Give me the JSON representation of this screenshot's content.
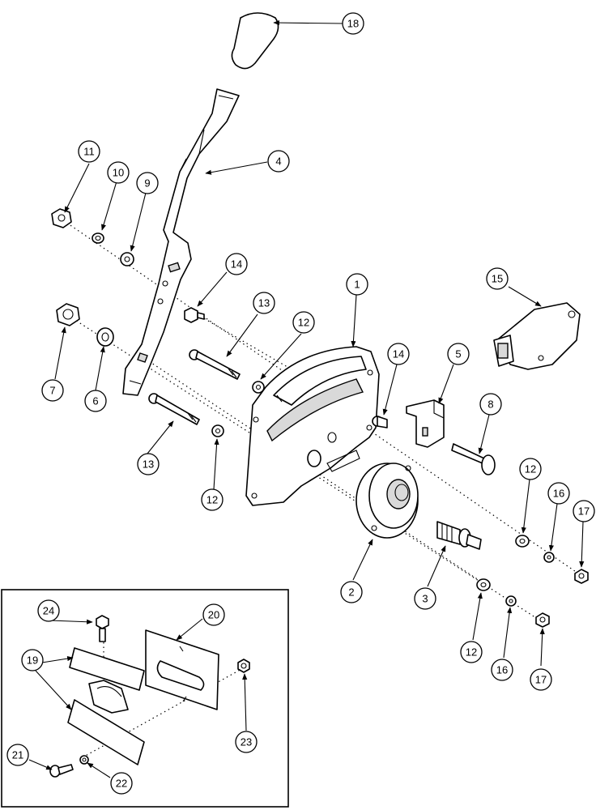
{
  "callouts": [
    {
      "id": "c1",
      "label": "1"
    },
    {
      "id": "c2",
      "label": "2"
    },
    {
      "id": "c3",
      "label": "3"
    },
    {
      "id": "c4",
      "label": "4"
    },
    {
      "id": "c5",
      "label": "5"
    },
    {
      "id": "c6",
      "label": "6"
    },
    {
      "id": "c7",
      "label": "7"
    },
    {
      "id": "c8",
      "label": "8"
    },
    {
      "id": "c9",
      "label": "9"
    },
    {
      "id": "c10",
      "label": "10"
    },
    {
      "id": "c11",
      "label": "11"
    },
    {
      "id": "c12a",
      "label": "12"
    },
    {
      "id": "c12b",
      "label": "12"
    },
    {
      "id": "c12c",
      "label": "12"
    },
    {
      "id": "c12d",
      "label": "12"
    },
    {
      "id": "c13a",
      "label": "13"
    },
    {
      "id": "c13b",
      "label": "13"
    },
    {
      "id": "c14a",
      "label": "14"
    },
    {
      "id": "c14b",
      "label": "14"
    },
    {
      "id": "c15",
      "label": "15"
    },
    {
      "id": "c16a",
      "label": "16"
    },
    {
      "id": "c16b",
      "label": "16"
    },
    {
      "id": "c17a",
      "label": "17"
    },
    {
      "id": "c17b",
      "label": "17"
    },
    {
      "id": "c18",
      "label": "18"
    },
    {
      "id": "c19",
      "label": "19"
    },
    {
      "id": "c20",
      "label": "20"
    },
    {
      "id": "c21",
      "label": "21"
    },
    {
      "id": "c22",
      "label": "22"
    },
    {
      "id": "c23",
      "label": "23"
    },
    {
      "id": "c24",
      "label": "24"
    }
  ]
}
